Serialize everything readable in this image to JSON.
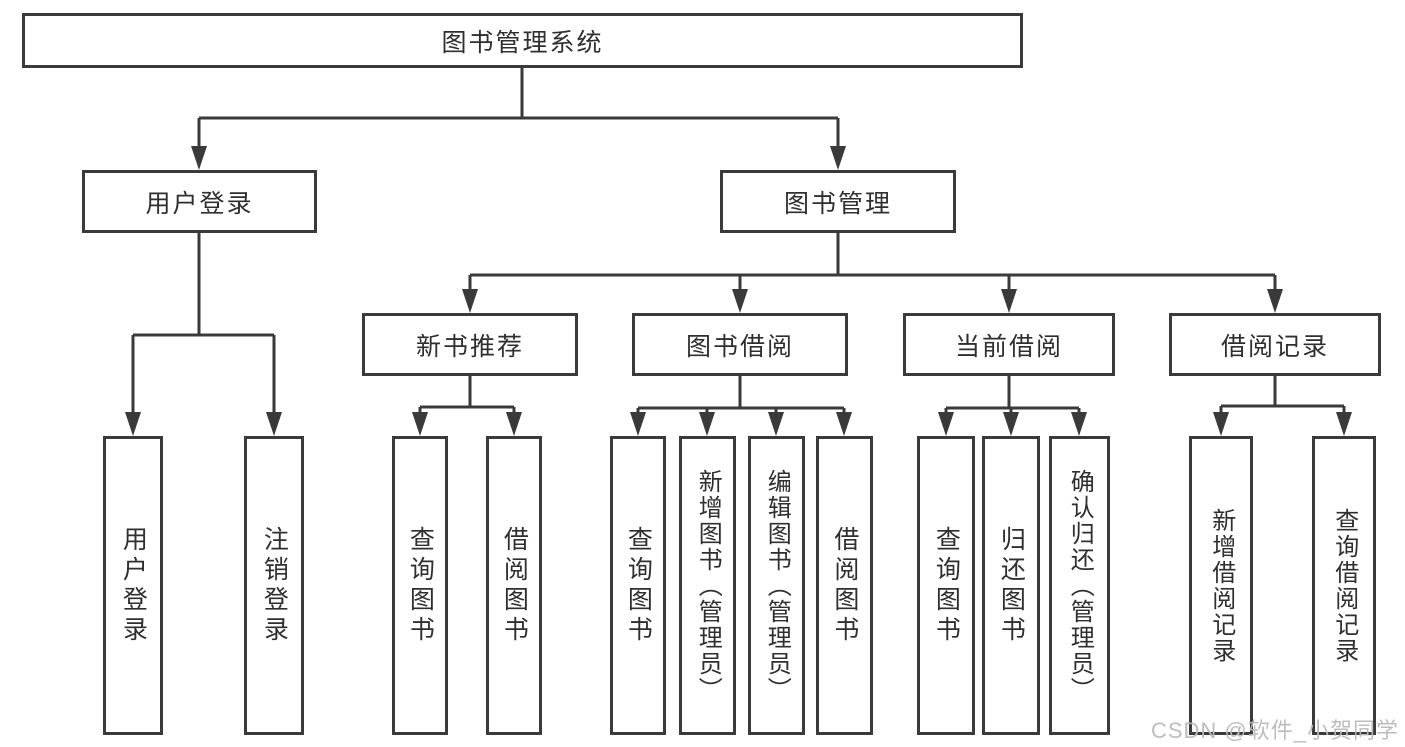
{
  "diagram_title": "图书管理系统",
  "nodes": {
    "root": "图书管理系统",
    "user_login": "用户登录",
    "book_mgmt": "图书管理",
    "new_book_rec": "新书推荐",
    "book_borrow": "图书借阅",
    "current_borrow": "当前借阅",
    "borrow_record": "借阅记录",
    "leaves": {
      "user_login": "用户登录",
      "logout": "注销登录",
      "nbr_query": "查询图书",
      "nbr_borrow": "借阅图书",
      "bb_query": "查询图书",
      "bb_add": "新增图书（管理员）",
      "bb_edit": "编辑图书（管理员）",
      "bb_borrow": "借阅图书",
      "cb_query": "查询图书",
      "cb_return": "归还图书",
      "cb_confirm": "确认归还（管理员）",
      "br_add": "新增借阅记录",
      "br_query": "查询借阅记录"
    }
  },
  "hierarchy": {
    "图书管理系统": {
      "用户登录": [
        "用户登录",
        "注销登录"
      ],
      "图书管理": {
        "新书推荐": [
          "查询图书",
          "借阅图书"
        ],
        "图书借阅": [
          "查询图书",
          "新增图书（管理员）",
          "编辑图书（管理员）",
          "借阅图书"
        ],
        "当前借阅": [
          "查询图书",
          "归还图书",
          "确认归还（管理员）"
        ],
        "借阅记录": [
          "新增借阅记录",
          "查询借阅记录"
        ]
      }
    }
  },
  "watermark": "CSDN @软件_小贺同学",
  "colors": {
    "line": "#3a3a3a",
    "text": "#2f2f2f",
    "background": "#ffffff",
    "watermark": "#bab9b9"
  }
}
